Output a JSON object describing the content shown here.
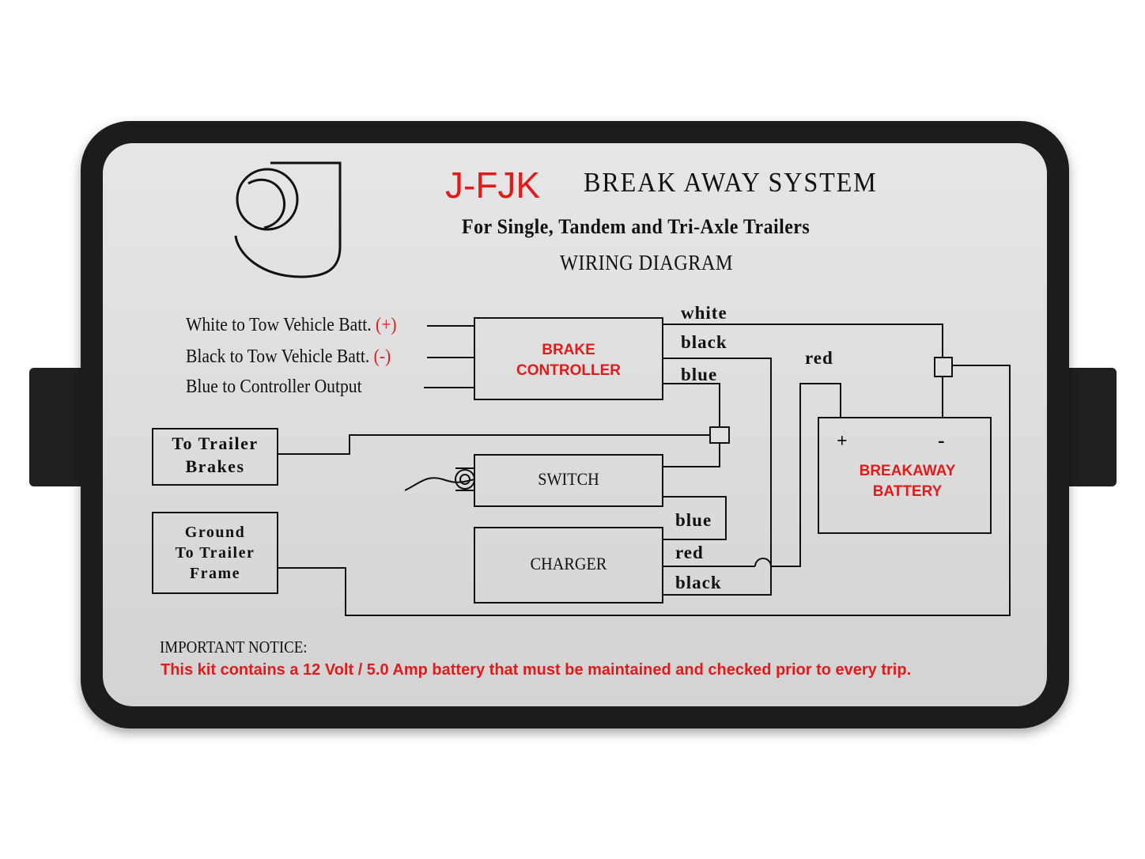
{
  "header": {
    "brand": "J-FJK",
    "title": "BREAK AWAY SYSTEM",
    "subtitle": "For Single, Tandem and Tri-Axle Trailers",
    "diagram_title": "WIRING DIAGRAM"
  },
  "inputs": {
    "white_label": "White to Tow Vehicle Batt.",
    "white_polarity": "(+)",
    "black_label": "Black to Tow Vehicle Batt.",
    "black_polarity": "(-)",
    "blue_label": "Blue to Controller Output"
  },
  "components": {
    "brake_controller": {
      "line1": "BRAKE",
      "line2": "CONTROLLER"
    },
    "switch": "SWITCH",
    "charger": "CHARGER",
    "battery": {
      "line1": "BREAKAWAY",
      "line2": "BATTERY",
      "plus": "+",
      "minus": "-"
    },
    "trailer_brakes": {
      "line1": "To Trailer",
      "line2": "Brakes"
    },
    "ground": {
      "line1": "Ground",
      "line2": "To Trailer",
      "line3": "Frame"
    }
  },
  "wires": {
    "white": "white",
    "black_top": "black",
    "blue_top": "blue",
    "red_top": "red",
    "blue_charger": "blue",
    "red_charger": "red",
    "black_charger": "black"
  },
  "notice": {
    "heading": "IMPORTANT NOTICE:",
    "text": "This kit contains a 12 Volt / 5.0 Amp battery that must be maintained and checked prior to every trip."
  },
  "colors": {
    "accent_red": "#e01b1b",
    "housing": "#1c1c1c",
    "plate": "#dcdcdc"
  }
}
